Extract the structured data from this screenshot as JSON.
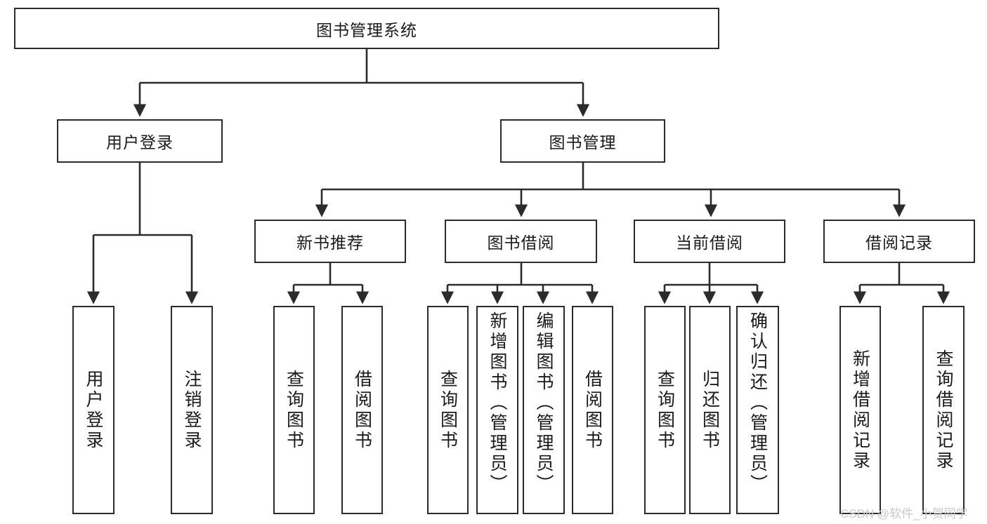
{
  "diagram": {
    "title": "图书管理系统",
    "type": "tree",
    "watermark": "CSDN @软件_小贺同学",
    "colors": {
      "border": "#2b2b2b",
      "background": "#ffffff",
      "text": "#1a1a1a",
      "watermark": "#c9c9c9"
    },
    "levels": [
      {
        "level": 1,
        "nodes": [
          {
            "label": "图书管理系统"
          }
        ]
      },
      {
        "level": 2,
        "nodes": [
          {
            "label": "用户登录"
          },
          {
            "label": "图书管理"
          }
        ]
      },
      {
        "level": 3,
        "nodes": [
          {
            "label": "新书推荐"
          },
          {
            "label": "图书借阅"
          },
          {
            "label": "当前借阅"
          },
          {
            "label": "借阅记录"
          }
        ]
      },
      {
        "level": 4,
        "nodes": [
          {
            "label": "用户登录"
          },
          {
            "label": "注销登录"
          },
          {
            "label": "查询图书"
          },
          {
            "label": "借阅图书"
          },
          {
            "label": "查询图书"
          },
          {
            "label": "新增图书（管理员）"
          },
          {
            "label": "编辑图书（管理员）"
          },
          {
            "label": "借阅图书"
          },
          {
            "label": "查询图书"
          },
          {
            "label": "归还图书"
          },
          {
            "label": "确认归还（管理员）"
          },
          {
            "label": "新增借阅记录"
          },
          {
            "label": "查询借阅记录"
          }
        ]
      }
    ],
    "nodes": {
      "root": "图书管理系统",
      "user_login": "用户登录",
      "book_manage": "图书管理",
      "new_book_rec": "新书推荐",
      "book_borrow": "图书借阅",
      "current_borrow": "当前借阅",
      "borrow_record": "借阅记录",
      "leaf_user_login": "用户登录",
      "leaf_logout": "注销登录",
      "leaf_query_book_1": "查询图书",
      "leaf_borrow_book_1": "借阅图书",
      "leaf_query_book_2": "查询图书",
      "leaf_add_book_admin": "新增图书（管理员）",
      "leaf_edit_book_admin": "编辑图书（管理员）",
      "leaf_borrow_book_2": "借阅图书",
      "leaf_query_book_3": "查询图书",
      "leaf_return_book": "归还图书",
      "leaf_confirm_return_admin": "确认归还（管理员）",
      "leaf_add_record": "新增借阅记录",
      "leaf_query_record": "查询借阅记录"
    }
  }
}
